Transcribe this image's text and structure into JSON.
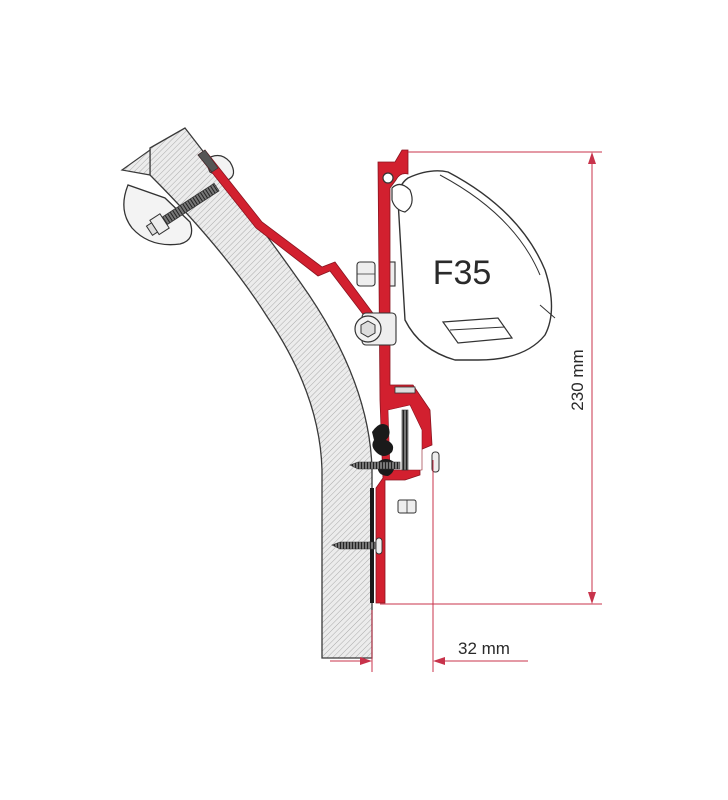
{
  "diagram": {
    "type": "technical-drawing",
    "subject": "awning mounting bracket adapter",
    "product_label": "F35",
    "dimensions": {
      "height": {
        "label": "230 mm",
        "value": 230,
        "unit": "mm",
        "orientation": "vertical"
      },
      "offset": {
        "label": "32 mm",
        "value": 32,
        "unit": "mm",
        "orientation": "horizontal"
      }
    },
    "components": [
      {
        "name": "vehicle-wall-section",
        "style": "hatched grey"
      },
      {
        "name": "upper-bracket-arm",
        "color": "#d2202f"
      },
      {
        "name": "vertical-rail-profile",
        "color": "#d2202f"
      },
      {
        "name": "awning-case",
        "label": "F35"
      },
      {
        "name": "clamp-pad"
      },
      {
        "name": "bolts-and-nuts"
      },
      {
        "name": "wood-screws"
      },
      {
        "name": "seal-profile",
        "color": "#1a1a1a"
      }
    ],
    "colors": {
      "bracket": "#d2202f",
      "dimension_line": "#c8334b",
      "outline": "#333333",
      "wall_fill": "#e9e9e9",
      "case_fill": "#ffffff"
    }
  }
}
